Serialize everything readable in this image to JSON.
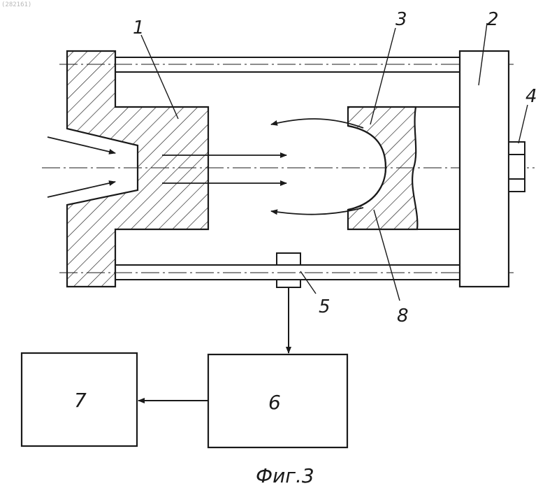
{
  "corner_code": "(282161)",
  "labels": {
    "l1": "1",
    "l2": "2",
    "l3": "3",
    "l4": "4",
    "l5": "5",
    "l6": "6",
    "l7": "7",
    "l8": "8"
  },
  "caption": "Фиг.3",
  "colors": {
    "ink": "#1a1a1a",
    "paper": "#ffffff"
  }
}
